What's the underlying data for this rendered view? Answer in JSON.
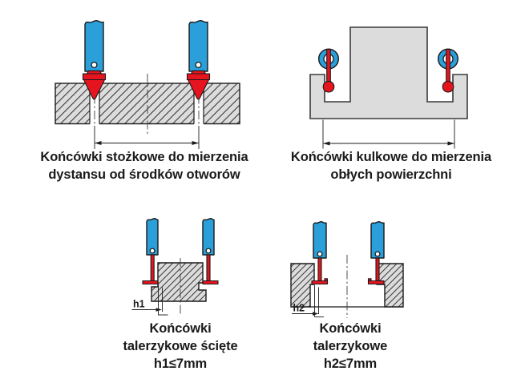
{
  "colors": {
    "bg": "#ffffff",
    "probe_blue": "#2B9FD9",
    "probe_red": "#E6141E",
    "block_fill": "#DCDCDC",
    "hatch_line": "#3a3a3a",
    "outline": "#1a1a1a",
    "text_color": "#1a1a1a"
  },
  "captions": {
    "top_left": {
      "line1": "Końcówki stożkowe do mierzenia",
      "line2": "dystansu od środków otworów"
    },
    "top_right": {
      "line1": "Końcówki kulkowe do mierzenia",
      "line2": "obłych powierzchni"
    },
    "bottom_left": {
      "line1": "Końcówki",
      "line2": "talerzykowe ścięte",
      "line3": "h1≤7mm"
    },
    "bottom_right": {
      "line1": "Końcówki",
      "line2": "talerzykowe",
      "line3": "h2≤7mm"
    }
  },
  "annotations": {
    "h1_label": "h1",
    "h2_label": "h2"
  }
}
